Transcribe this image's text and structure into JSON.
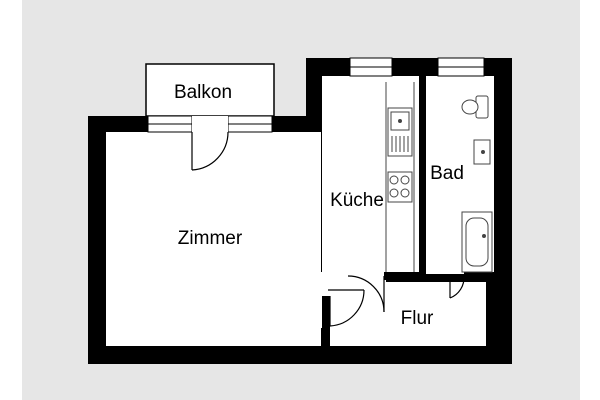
{
  "floor_plan": {
    "rooms": {
      "balcony": "Balkon",
      "living_room": "Zimmer",
      "kitchen": "Küche",
      "bathroom": "Bad",
      "hallway": "Flur"
    },
    "colors": {
      "background": "#e6e6e6",
      "wall": "#000000",
      "floor": "#ffffff",
      "fixture_line": "#444444"
    },
    "icons": [
      "sink-icon",
      "stove-icon",
      "toilet-icon",
      "washbasin-icon",
      "bathtub-icon",
      "door-swing-icon",
      "window-icon"
    ]
  }
}
